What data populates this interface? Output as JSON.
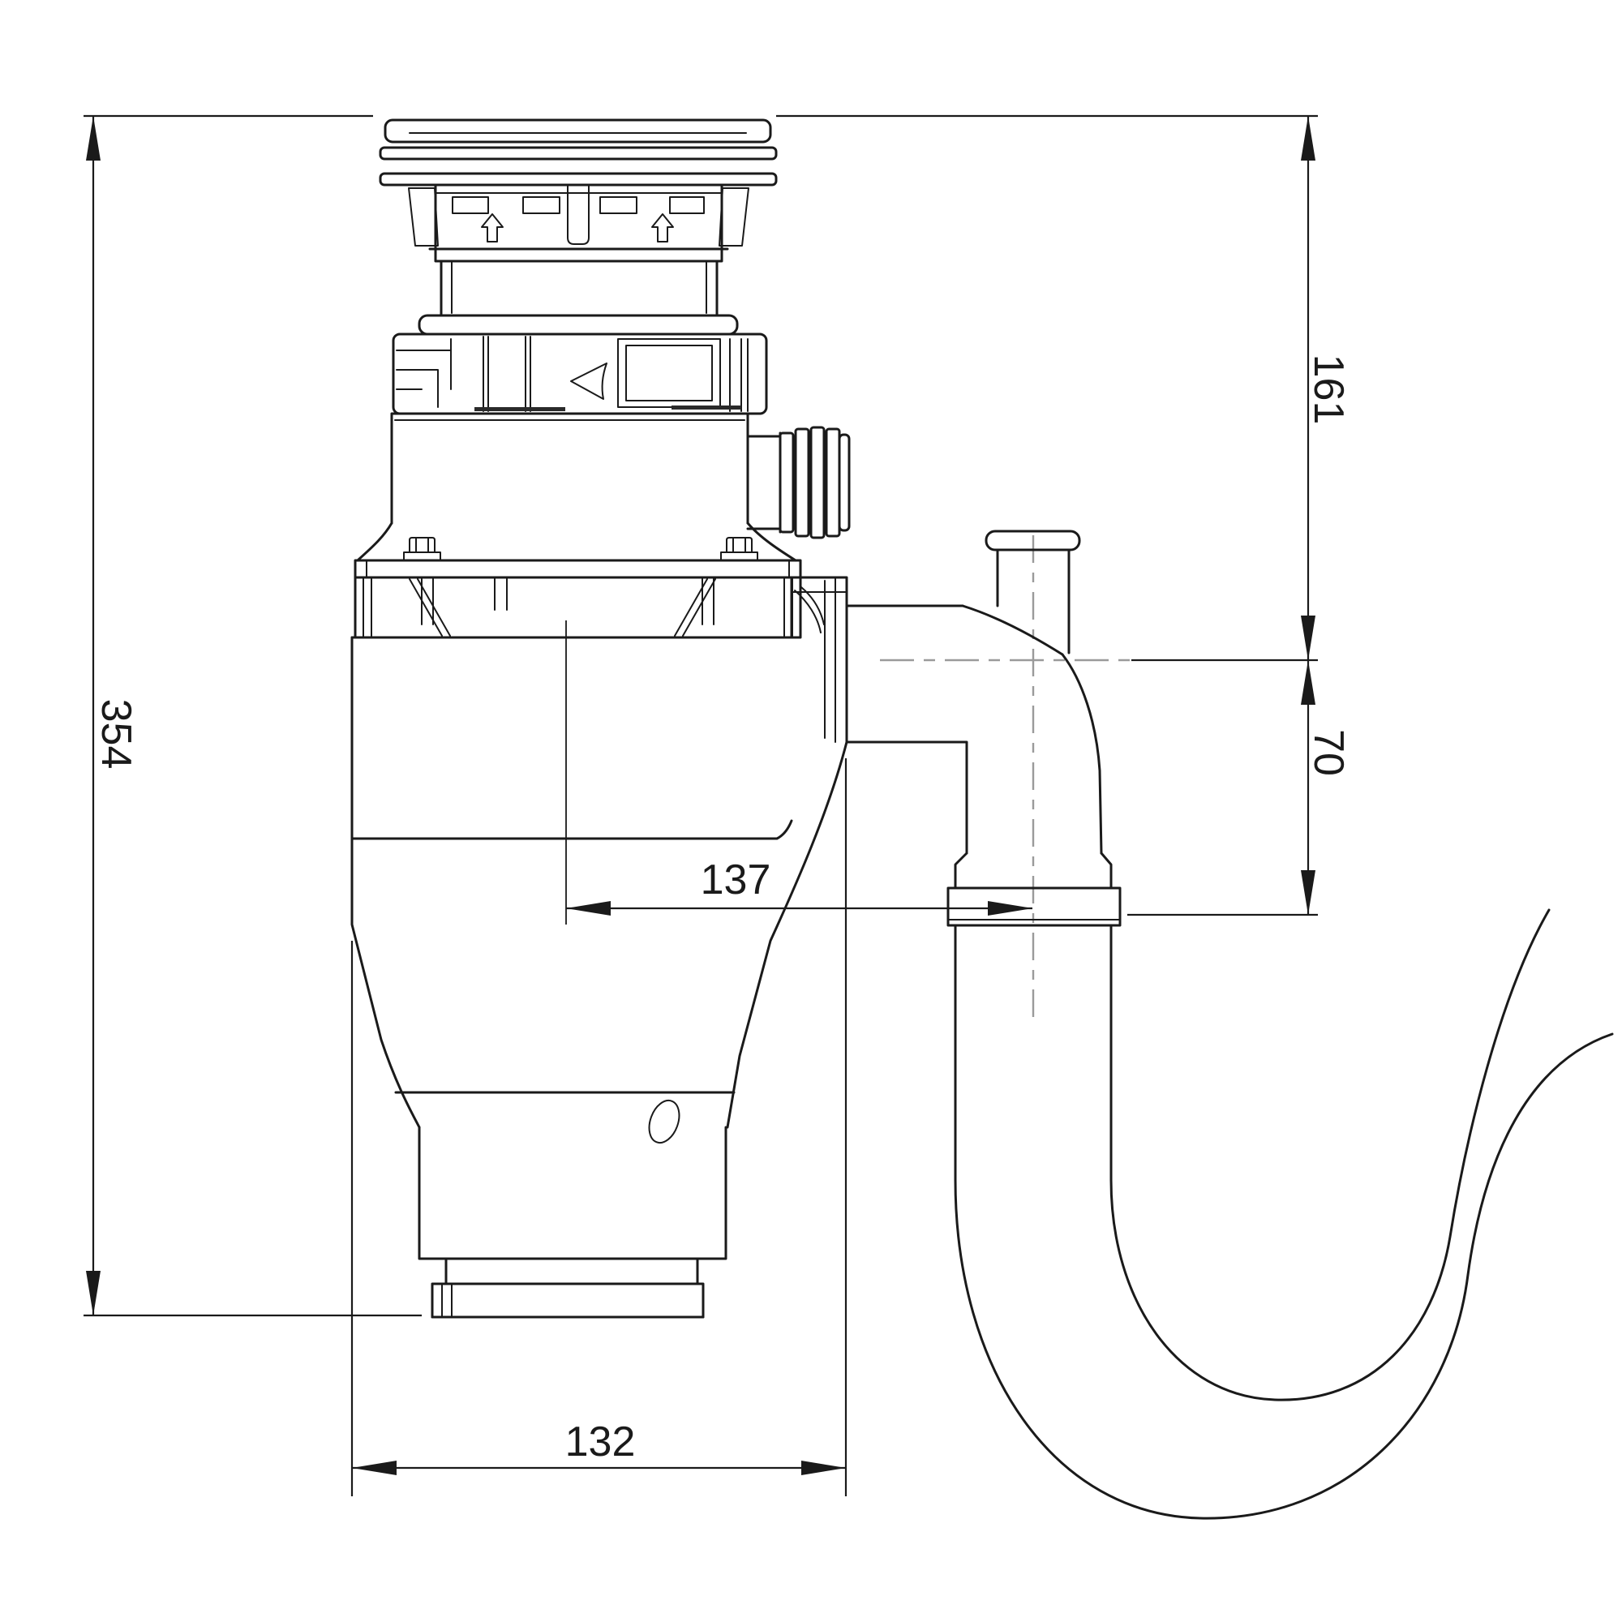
{
  "drawing": {
    "type": "technical-drawing",
    "subject": "food-waste-disposer-with-p-trap-side-view",
    "background_color": "#ffffff",
    "line_color": "#1a1a1a",
    "centerline_color": "#9a9a9a"
  },
  "dimensions": {
    "overall_height": {
      "label": "354",
      "orientation": "vertical",
      "side": "left"
    },
    "flange_top_to_outlet_center": {
      "label": "161",
      "orientation": "vertical",
      "side": "right"
    },
    "outlet_center_to_trap_inlet": {
      "label": "70",
      "orientation": "vertical",
      "side": "right"
    },
    "body_center_to_trap_center": {
      "label": "137",
      "orientation": "horizontal",
      "side": "middle"
    },
    "body_width": {
      "label": "132",
      "orientation": "horizontal",
      "side": "bottom"
    }
  }
}
